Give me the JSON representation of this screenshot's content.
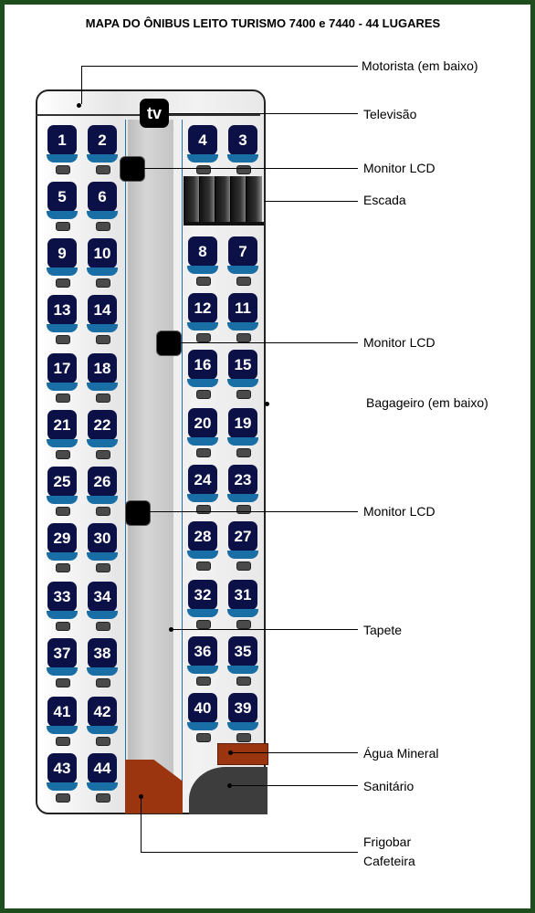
{
  "title": "MAPA DO ÔNIBUS LEITO TURISMO 7400 e 7440 - 44 LUGARES",
  "tv_label": "tv",
  "labels": {
    "motorista": "Motorista (em baixo)",
    "televisao": "Televisão",
    "monitor1": "Monitor LCD",
    "escada": "Escada",
    "monitor2": "Monitor LCD",
    "bagageiro": "Bagageiro (em baixo)",
    "monitor3": "Monitor LCD",
    "tapete": "Tapete",
    "agua": "Água Mineral",
    "sanitario": "Sanitário",
    "frigobar": "Frigobar",
    "cafeteira": "Cafeteira"
  },
  "seats": [
    "1",
    "2",
    "3",
    "4",
    "5",
    "6",
    "7",
    "8",
    "9",
    "10",
    "11",
    "12",
    "13",
    "14",
    "15",
    "16",
    "17",
    "18",
    "19",
    "20",
    "21",
    "22",
    "23",
    "24",
    "25",
    "26",
    "27",
    "28",
    "29",
    "30",
    "31",
    "32",
    "33",
    "34",
    "35",
    "36",
    "37",
    "38",
    "39",
    "40",
    "41",
    "42",
    "43",
    "44"
  ],
  "colors": {
    "seat": "#0b1146",
    "cushion": "#1a6ea6",
    "frame": "#1e4d1e",
    "furniture": "#9b3510",
    "toilet": "#3d3d3d"
  }
}
